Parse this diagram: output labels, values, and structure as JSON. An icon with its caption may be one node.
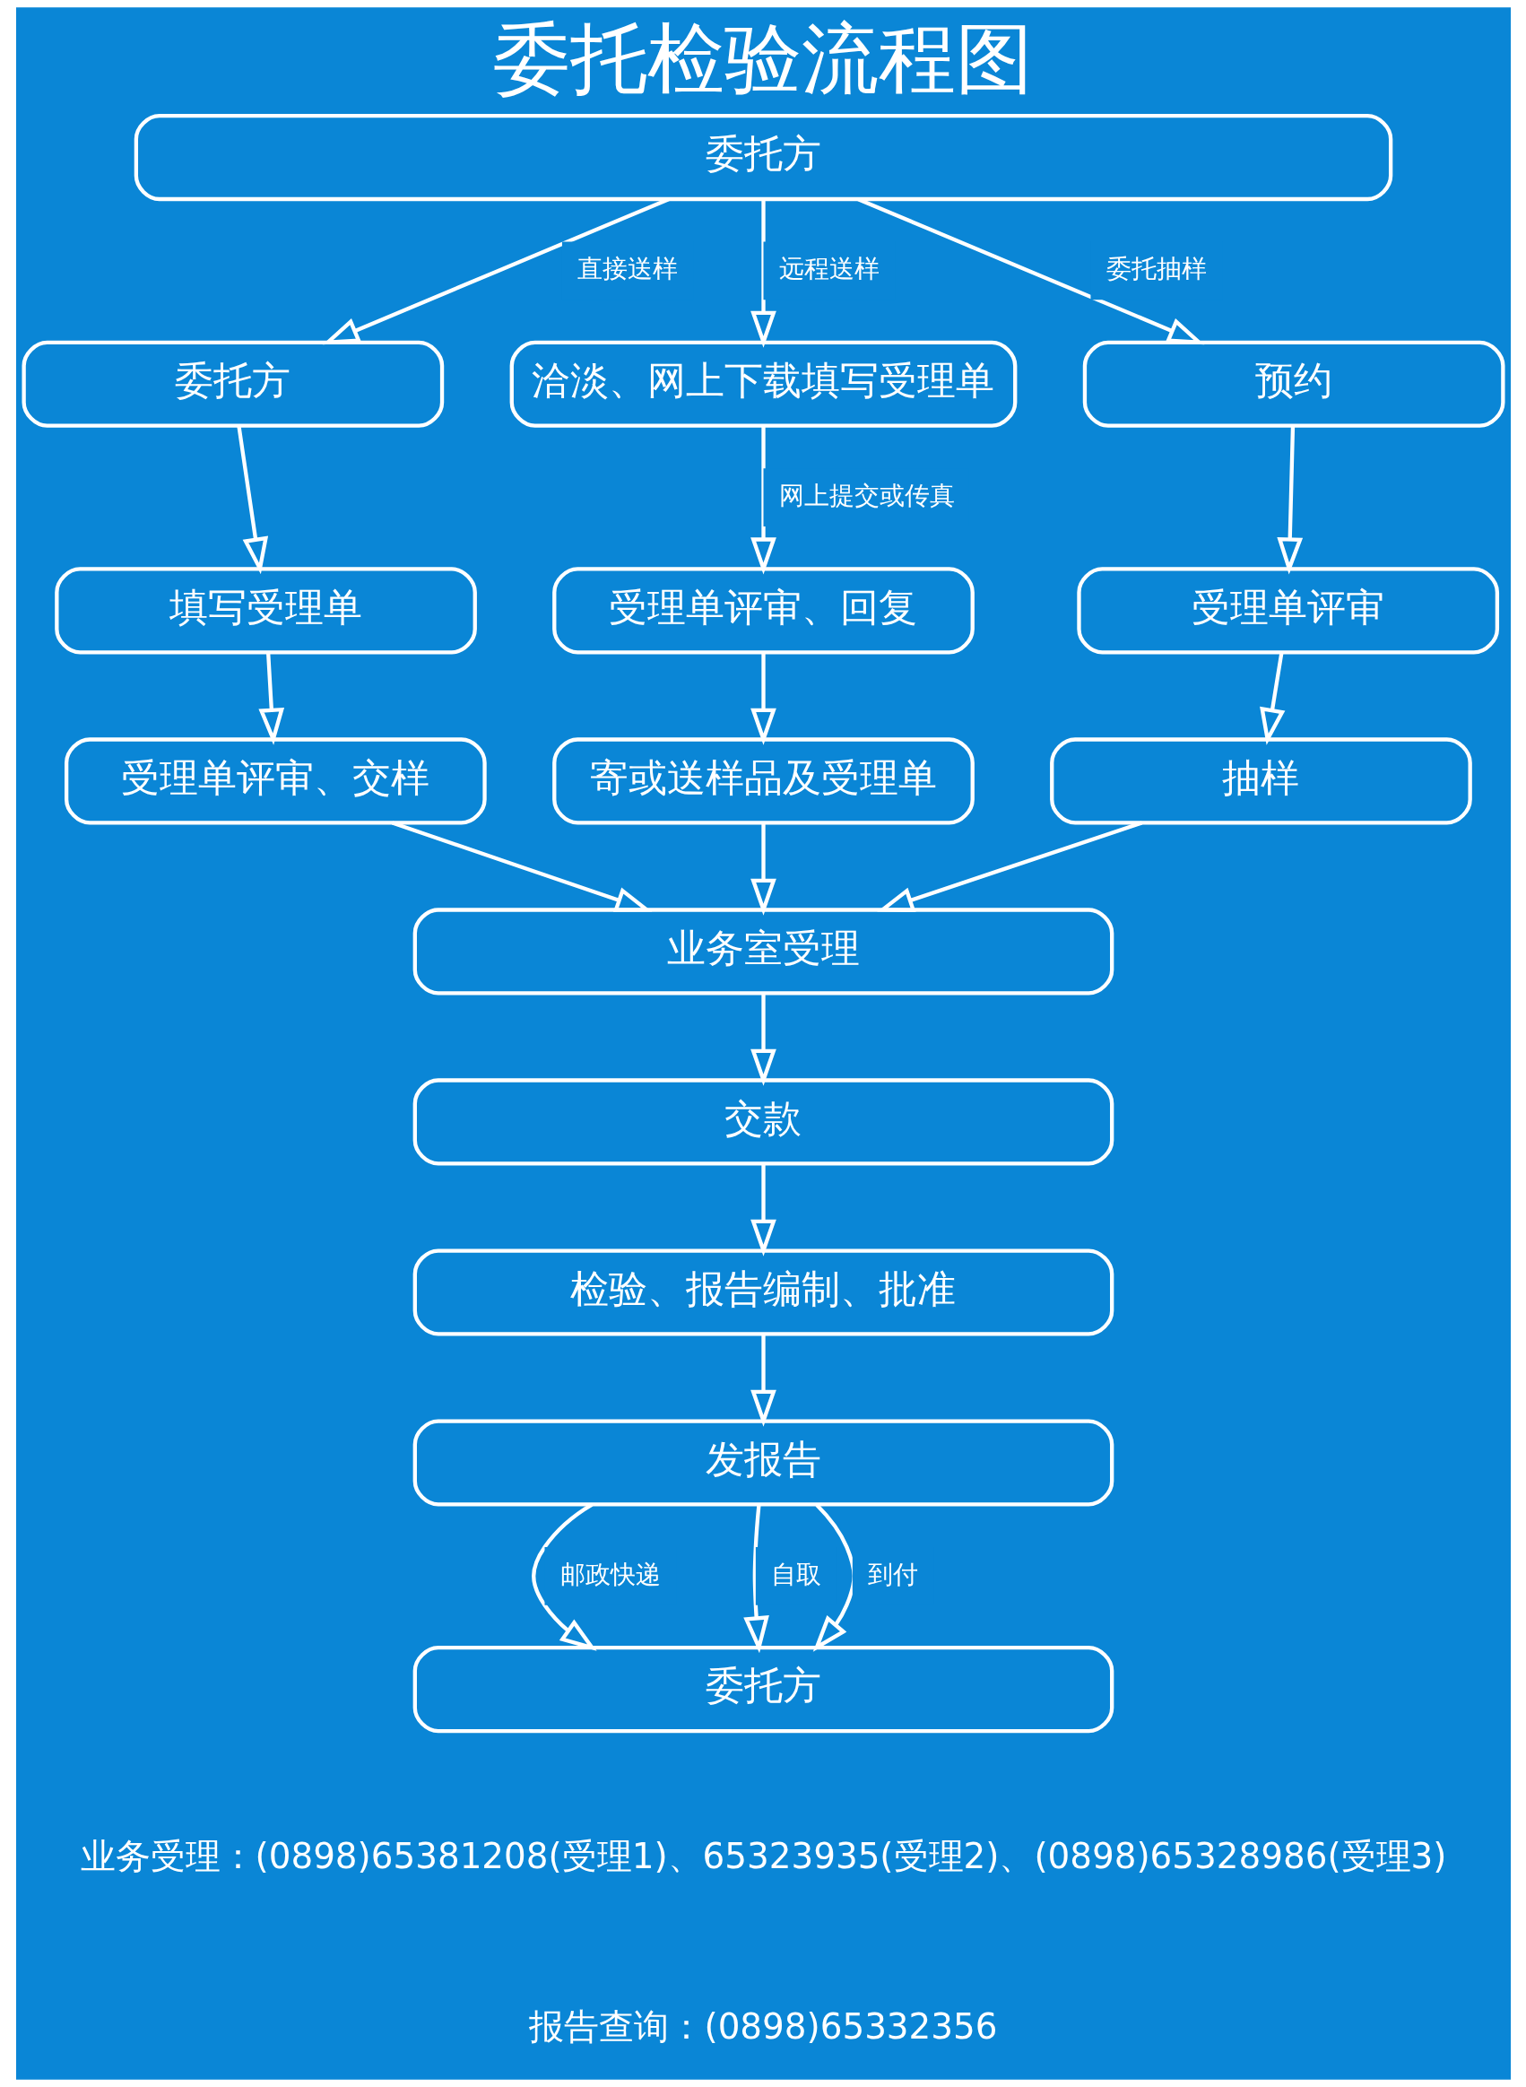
{
  "diagram": {
    "title": "委托检验流程图",
    "nodes": [
      {
        "text": [
          "委托方"
        ]
      },
      {
        "text": [
          "委托方"
        ]
      },
      {
        "text": [
          "洽淡、网上下载填写受理单"
        ]
      },
      {
        "text": [
          "预约"
        ]
      },
      {
        "text": [
          "填写受理单"
        ]
      },
      {
        "text": [
          "受理单评审、回复"
        ]
      },
      {
        "text": [
          "受理单评审"
        ]
      },
      {
        "text": [
          "受理单评审、交样"
        ]
      },
      {
        "text": [
          "寄或送样品及受理单"
        ]
      },
      {
        "text": [
          "抽样"
        ]
      },
      {
        "text": [
          "业务室受理"
        ]
      },
      {
        "text": [
          "交款"
        ]
      },
      {
        "text": [
          "检验、报告编制、批准"
        ]
      },
      {
        "text": [
          "发报告"
        ]
      },
      {
        "text": [
          "委托方"
        ]
      }
    ],
    "edges": [
      {
        "from": 0,
        "to": 1,
        "arrow": "to",
        "label": "直接送样"
      },
      {
        "from": 0,
        "to": 2,
        "arrow": "to",
        "label": "远程送样"
      },
      {
        "from": 0,
        "to": 3,
        "arrow": "to",
        "label": "委托抽样"
      },
      {
        "from": 1,
        "to": 4,
        "arrow": "to"
      },
      {
        "from": 2,
        "to": 5,
        "arrow": "to",
        "label": "网上提交或传真"
      },
      {
        "from": 3,
        "to": 6,
        "arrow": "to"
      },
      {
        "from": 4,
        "to": 7,
        "arrow": "to"
      },
      {
        "from": 5,
        "to": 8,
        "arrow": "to"
      },
      {
        "from": 6,
        "to": 9,
        "arrow": "to"
      },
      {
        "from": 7,
        "to": 10,
        "arrow": "to"
      },
      {
        "from": 8,
        "to": 10,
        "arrow": "to"
      },
      {
        "from": 9,
        "to": 10,
        "arrow": "to"
      },
      {
        "from": 10,
        "to": 11,
        "arrow": "to"
      },
      {
        "from": 11,
        "to": 12,
        "arrow": "to"
      },
      {
        "from": 12,
        "to": 13,
        "arrow": "to"
      },
      {
        "from": 13,
        "to": 14,
        "arrow": "to",
        "label": "邮政快递"
      },
      {
        "from": 13,
        "to": 14,
        "arrow": "to",
        "label": "自取"
      },
      {
        "from": 13,
        "to": 14,
        "arrow": "to",
        "label": "到付"
      }
    ],
    "labels": [
      "业务受理：(0898)65381208(受理1)、65323935(受理2)、(0898)65328986(受理3)",
      "报告查询：(0898)65332356"
    ]
  }
}
